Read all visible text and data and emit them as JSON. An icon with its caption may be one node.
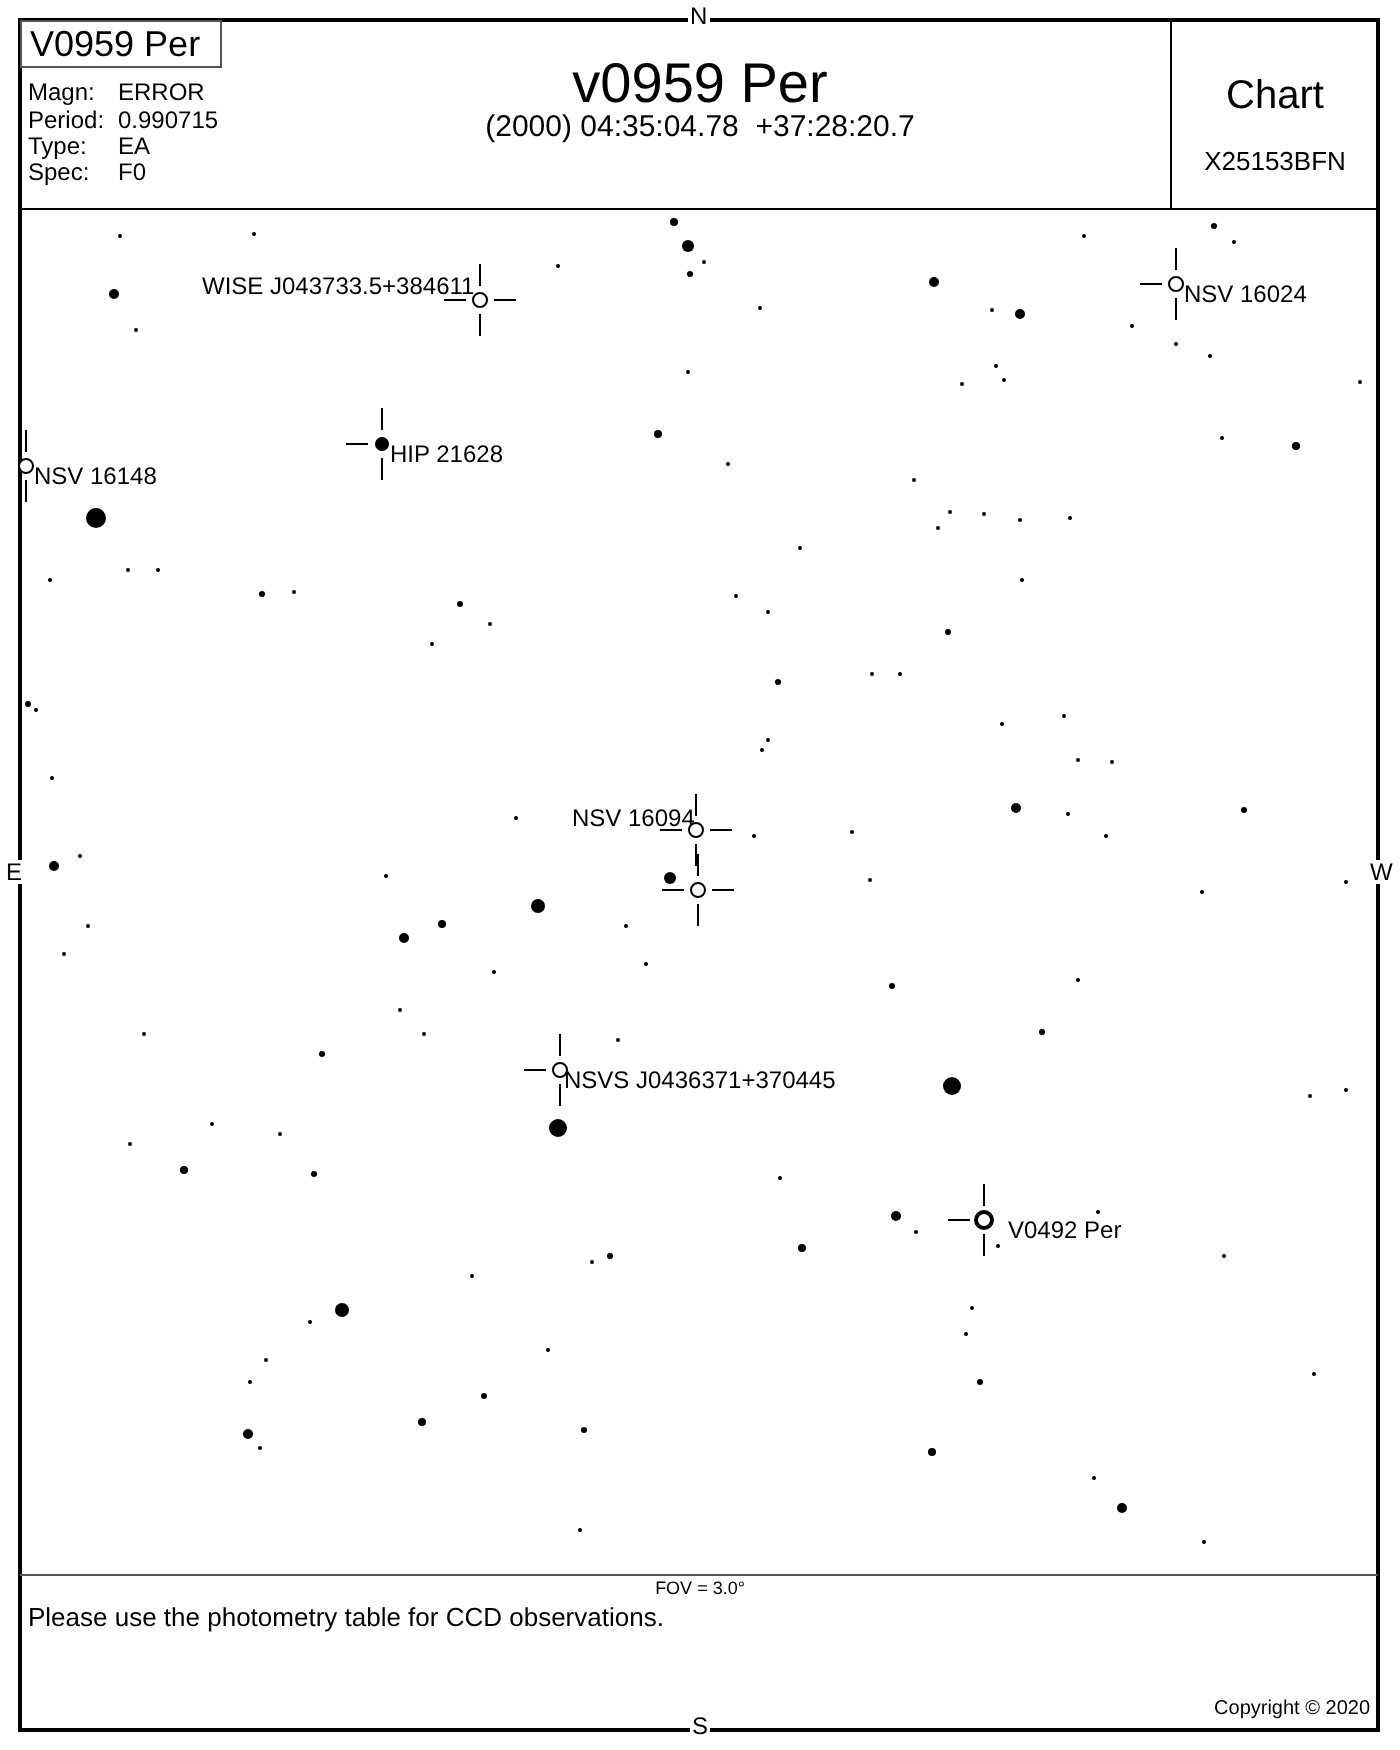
{
  "diagram": {
    "title": "v0959 Per",
    "nodes": [
      {
        "text": [
          "V0959 Per"
        ]
      },
      {
        "text": [
          "Chart",
          "X25153BFN"
        ]
      }
    ],
    "labels": [
      "N",
      "Magn:",
      "ERROR",
      "Period:",
      "0.990715",
      "Type:",
      "EA",
      "Spec:",
      "F0",
      "(2000) 04:35:04.78  +37:28:20.7",
      "WISE J043733.5+384611",
      "NSV 16024",
      "HIP 21628",
      "NSV 16148",
      "NSV 16094",
      "E",
      "W",
      "NSVS J0436371+370445",
      "V0492 Per",
      "FOV = 3.0°",
      "Please use the photometry table for CCD observations.",
      "Copyright © 2020",
      "S"
    ]
  }
}
